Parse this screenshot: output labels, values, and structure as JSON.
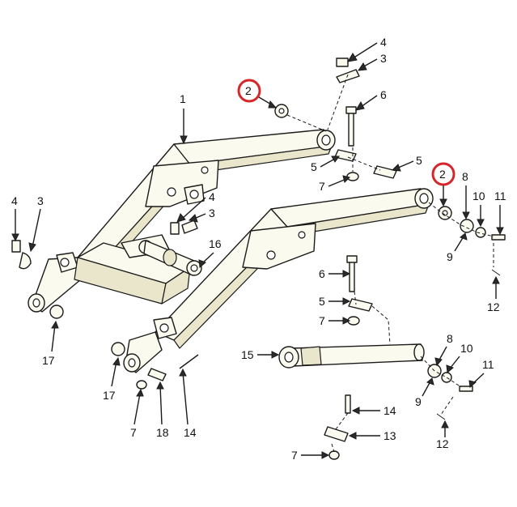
{
  "diagram": {
    "callouts": [
      {
        "id": "c1",
        "text": "1"
      },
      {
        "id": "c2a",
        "text": "2",
        "highlight": true
      },
      {
        "id": "c2b",
        "text": "2",
        "highlight": true
      },
      {
        "id": "c3a",
        "text": "3"
      },
      {
        "id": "c3b",
        "text": "3"
      },
      {
        "id": "c3c",
        "text": "3"
      },
      {
        "id": "c4a",
        "text": "4"
      },
      {
        "id": "c4b",
        "text": "4"
      },
      {
        "id": "c4c",
        "text": "4"
      },
      {
        "id": "c5a",
        "text": "5"
      },
      {
        "id": "c5b",
        "text": "5"
      },
      {
        "id": "c5c",
        "text": "5"
      },
      {
        "id": "c6a",
        "text": "6"
      },
      {
        "id": "c6b",
        "text": "6"
      },
      {
        "id": "c7a",
        "text": "7"
      },
      {
        "id": "c7b",
        "text": "7"
      },
      {
        "id": "c7c",
        "text": "7"
      },
      {
        "id": "c7d",
        "text": "7"
      },
      {
        "id": "c8a",
        "text": "8"
      },
      {
        "id": "c8b",
        "text": "8"
      },
      {
        "id": "c9a",
        "text": "9"
      },
      {
        "id": "c9b",
        "text": "9"
      },
      {
        "id": "c10a",
        "text": "10"
      },
      {
        "id": "c10b",
        "text": "10"
      },
      {
        "id": "c11a",
        "text": "11"
      },
      {
        "id": "c11b",
        "text": "11"
      },
      {
        "id": "c12a",
        "text": "12"
      },
      {
        "id": "c12b",
        "text": "12"
      },
      {
        "id": "c13",
        "text": "13"
      },
      {
        "id": "c14a",
        "text": "14"
      },
      {
        "id": "c14b",
        "text": "14"
      },
      {
        "id": "c15",
        "text": "15"
      },
      {
        "id": "c16",
        "text": "16"
      },
      {
        "id": "c17a",
        "text": "17"
      },
      {
        "id": "c17b",
        "text": "17"
      },
      {
        "id": "c18",
        "text": "18"
      }
    ],
    "highlight_color": "#d7262b",
    "line_color": "#1a1a1a",
    "part_fill": "#fbfaee"
  }
}
